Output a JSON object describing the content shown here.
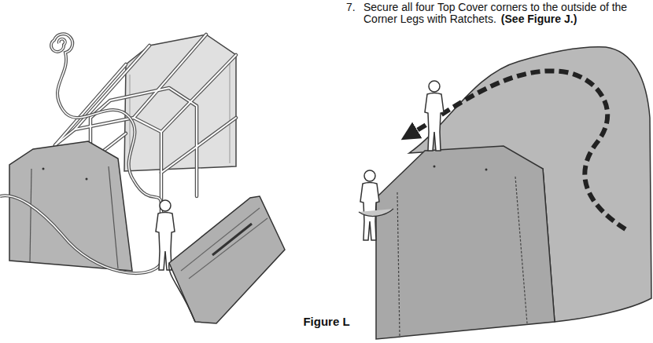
{
  "diagram": {
    "caption": "Figure L",
    "labels": [
      "7.",
      "Secure all four Top Cover corners to the outside of the Corner Legs with Ratchets.",
      "(See Figure J.)"
    ]
  }
}
